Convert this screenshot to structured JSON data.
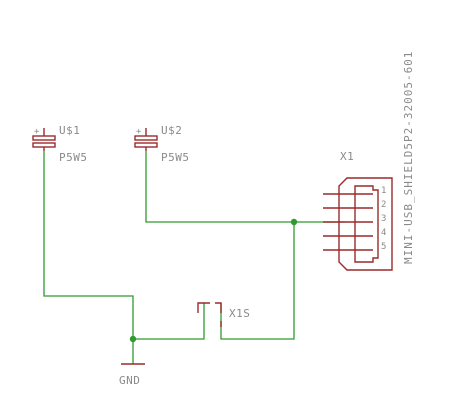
{
  "components": {
    "u1": {
      "name": "U$1",
      "value": "P5W5"
    },
    "u2": {
      "name": "U$2",
      "value": "P5W5"
    },
    "x1": {
      "name": "X1",
      "value": "MINI-USB_SHIELD5P2-32005-601",
      "pins": [
        "1",
        "2",
        "3",
        "4",
        "5"
      ]
    },
    "x1s": {
      "name": "X1S"
    },
    "gnd": {
      "name": "GND"
    }
  },
  "colors": {
    "wire": "#2f9a2f",
    "part": "#9b2a2a",
    "text": "#8a8a8a"
  }
}
